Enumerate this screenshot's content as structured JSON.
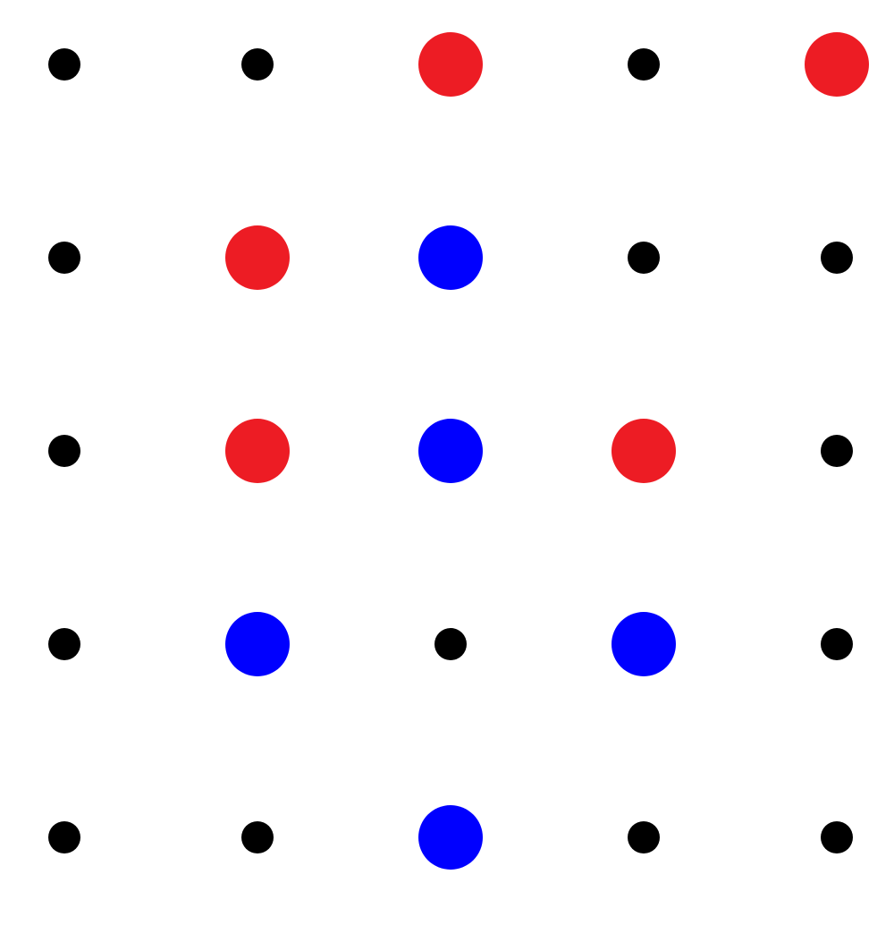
{
  "colors": {
    "empty": "#000000",
    "red": "#ED1C24",
    "blue": "#0000FF"
  },
  "board": {
    "rows": 5,
    "cols": 5,
    "cells": [
      [
        "empty",
        "empty",
        "red",
        "empty",
        "red"
      ],
      [
        "empty",
        "red",
        "blue",
        "empty",
        "empty"
      ],
      [
        "empty",
        "red",
        "blue",
        "red",
        "empty"
      ],
      [
        "empty",
        "blue",
        "empty",
        "blue",
        "empty"
      ],
      [
        "empty",
        "empty",
        "blue",
        "empty",
        "empty"
      ]
    ]
  }
}
